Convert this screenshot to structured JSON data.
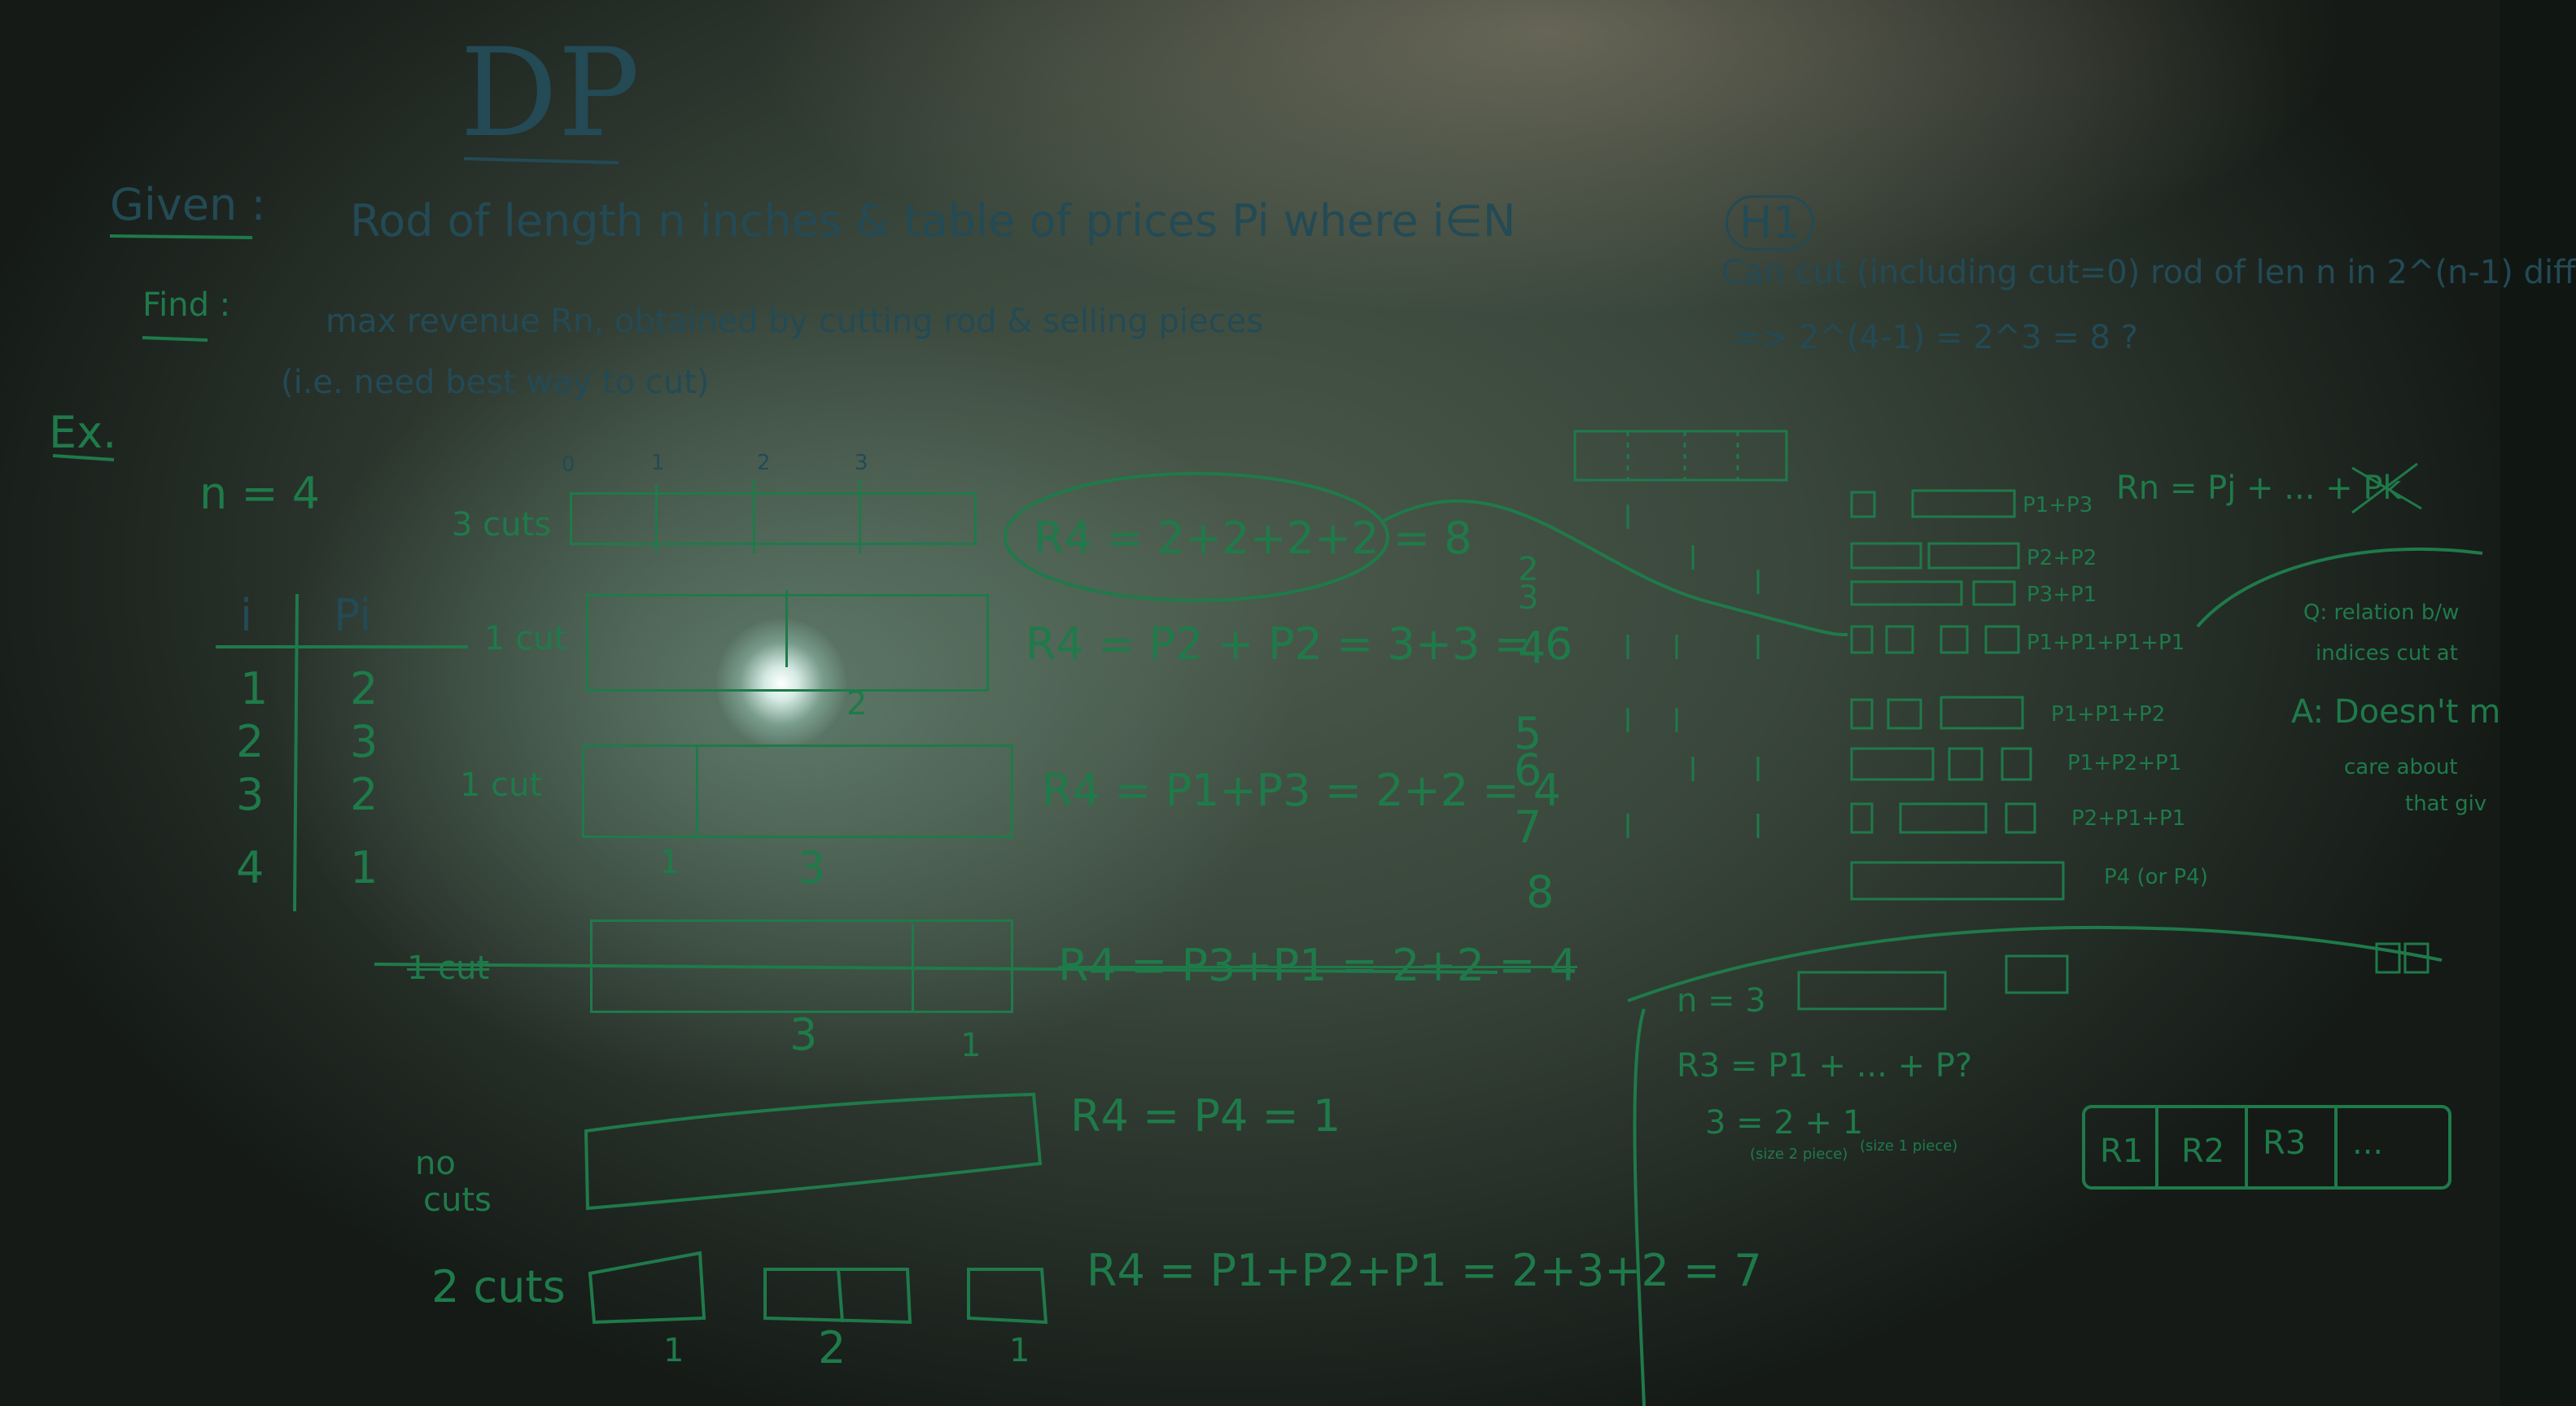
{
  "title": "DP",
  "given_label": "Given :",
  "given_text": "Rod of length  n inches & table of prices Pi where i∈N",
  "find_label": "Find :",
  "find_text": "max revenue Rn, obtained by cutting rod & selling pieces",
  "find_note": "(i.e. need best way to cut)",
  "ex_label": "Ex.",
  "n_value": "n = 4",
  "table": {
    "header_i": "i",
    "header_p": "Pi",
    "rows": [
      {
        "i": "1",
        "p": "2"
      },
      {
        "i": "2",
        "p": "3"
      },
      {
        "i": "3",
        "p": "2"
      },
      {
        "i": "4",
        "p": "1"
      }
    ]
  },
  "ruler_ticks": [
    "0",
    "1",
    "2",
    "3"
  ],
  "cases": {
    "c1_label": "3 cuts",
    "c1_eq": "R4 = 2+2+2+2 = 8",
    "c2_label": "1 cut",
    "c2_eq": "R4 = P2 + P2 = 3+3 = 6",
    "c2_seg": "2",
    "c3_label": "1 cut",
    "c3_eq": "R4 = P1+P3 = 2+2 = 4",
    "c3_seg_a": "1",
    "c3_seg_b": "3",
    "c4_label": "1 cut",
    "c4_eq": "R4 = P3+P1 = 2+2 = 4",
    "c4_seg_a": "3",
    "c4_seg_b": "1",
    "c5_label_a": "no",
    "c5_label_b": "cuts",
    "c5_eq": "R4 = P4 = 1",
    "c6_label": "2 cuts",
    "c6_eq": "R4 = P1+P2+P1 = 2+3+2 = 7",
    "c6_seg_a": "1",
    "c6_seg_b": "2",
    "c6_seg_c": "1"
  },
  "h1": {
    "label": "H1",
    "line1": "Can cut (including cut=0) rod of len n in 2^(n-1) diff",
    "line2": "=> 2^(4-1) = 2^3 = 8 ?",
    "rn_eq": "Rn = Pj + ... + Pk"
  },
  "row_numbers": [
    "2",
    "3",
    "4",
    "5",
    "6",
    "7",
    "8"
  ],
  "combos": [
    "P1+P3",
    "P2+P2",
    "P3+P1",
    "P1+P1+P1+P1",
    "P1+P1+P2",
    "P1+P2+P1",
    "P2+P1+P1",
    "P4 (or P4)"
  ],
  "q_text_a": "Q: relation b/w",
  "q_text_b": "indices cut at",
  "a_text_a": "A: Doesn't m",
  "a_text_b": "care about",
  "a_text_c": "that giv",
  "n3": {
    "label": "n = 3",
    "r3": "R3 = P1 + ... + P?",
    "split": "3 = 2 + 1",
    "note_a": "(size 2 piece)",
    "note_b": "(size 1 piece)",
    "boxes": [
      "R1",
      "R2",
      "R3",
      "..."
    ]
  },
  "ink_color": "#1f7a4a"
}
